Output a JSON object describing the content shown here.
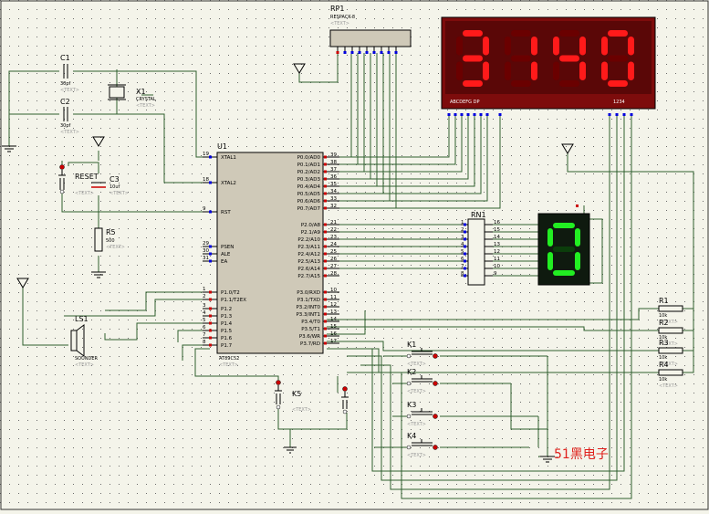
{
  "rp1": {
    "ref": "RP1",
    "value": "RESPACK-8",
    "ghost": "<TEXT>"
  },
  "c1": {
    "ref": "C1",
    "value": "30pf",
    "ghost": "<TEXT>"
  },
  "c2": {
    "ref": "C2",
    "value": "30pf",
    "ghost": "<TEXT>"
  },
  "x1": {
    "ref": "X1",
    "value": "CRYSTAL",
    "ghost": "<TEXT>"
  },
  "reset": {
    "ref": "RESET",
    "ghost": "<TEXT>"
  },
  "c3": {
    "ref": "C3",
    "value": "10uf",
    "ghost": "<TEXT>"
  },
  "r5": {
    "ref": "R5",
    "value": "500",
    "ghost": "<TEXT>"
  },
  "ls1": {
    "ref": "LS1",
    "value": "SOUNDER",
    "ghost": "<TEXT>"
  },
  "u1": {
    "ref": "U1",
    "part": "AT89C52",
    "ghost": "<TEXT>",
    "left_pins": [
      {
        "num": "19",
        "name": "XTAL1"
      },
      {
        "num": "18",
        "name": "XTAL2"
      },
      {
        "num": "9",
        "name": "RST"
      },
      {
        "num": "29",
        "name": "PSEN"
      },
      {
        "num": "30",
        "name": "ALE"
      },
      {
        "num": "31",
        "name": "EA"
      },
      {
        "num": "1",
        "name": "P1.0/T2"
      },
      {
        "num": "2",
        "name": "P1.1/T2EX"
      },
      {
        "num": "3",
        "name": "P1.2"
      },
      {
        "num": "4",
        "name": "P1.3"
      },
      {
        "num": "5",
        "name": "P1.4"
      },
      {
        "num": "6",
        "name": "P1.5"
      },
      {
        "num": "7",
        "name": "P1.6"
      },
      {
        "num": "8",
        "name": "P1.7"
      }
    ],
    "right_pins": [
      {
        "num": "39",
        "name": "P0.0/AD0"
      },
      {
        "num": "38",
        "name": "P0.1/AD1"
      },
      {
        "num": "37",
        "name": "P0.2/AD2"
      },
      {
        "num": "36",
        "name": "P0.3/AD3"
      },
      {
        "num": "35",
        "name": "P0.4/AD4"
      },
      {
        "num": "34",
        "name": "P0.5/AD5"
      },
      {
        "num": "33",
        "name": "P0.6/AD6"
      },
      {
        "num": "32",
        "name": "P0.7/AD7"
      },
      {
        "num": "21",
        "name": "P2.0/A8"
      },
      {
        "num": "22",
        "name": "P2.1/A9"
      },
      {
        "num": "23",
        "name": "P2.2/A10"
      },
      {
        "num": "24",
        "name": "P2.3/A11"
      },
      {
        "num": "25",
        "name": "P2.4/A12"
      },
      {
        "num": "26",
        "name": "P2.5/A13"
      },
      {
        "num": "27",
        "name": "P2.6/A14"
      },
      {
        "num": "28",
        "name": "P2.7/A15"
      },
      {
        "num": "10",
        "name": "P3.0/RXD"
      },
      {
        "num": "11",
        "name": "P3.1/TXD"
      },
      {
        "num": "12",
        "name": "P3.2/INT0"
      },
      {
        "num": "13",
        "name": "P3.3/INT1"
      },
      {
        "num": "14",
        "name": "P3.4/T0"
      },
      {
        "num": "15",
        "name": "P3.5/T1"
      },
      {
        "num": "16",
        "name": "P3.6/WR"
      },
      {
        "num": "17",
        "name": "P3.7/RD"
      }
    ]
  },
  "display4": {
    "digits": "3140",
    "segment_labels": "ABCDEFG DP",
    "digit_labels": "1234",
    "on_color": "#ff1a1a",
    "off_color": "#6a0000",
    "bg_color": "#7d0c0c"
  },
  "rn1": {
    "ref": "RN1",
    "left_pins": [
      "1",
      "2",
      "3",
      "4",
      "5",
      "6",
      "7",
      "8"
    ],
    "right_pins": [
      "16",
      "15",
      "14",
      "13",
      "12",
      "11",
      "10",
      "9"
    ]
  },
  "display1": {
    "digit": "0",
    "on_color": "#22ee22",
    "off_color": "#0b3d0b",
    "bg_color": "#0f1a0f"
  },
  "keys": [
    {
      "ref": "K1",
      "ghost": "<TEXT>"
    },
    {
      "ref": "K2",
      "ghost": "<TEXT>"
    },
    {
      "ref": "K3",
      "ghost": "<TEXT>"
    },
    {
      "ref": "K4",
      "ghost": "<TEXT>"
    },
    {
      "ref": "K5",
      "ghost": "<TEXT>"
    }
  ],
  "resistors": [
    {
      "ref": "R1",
      "value": "10k",
      "ghost": "<TEXT>"
    },
    {
      "ref": "R2",
      "value": "10k",
      "ghost": "<TEXT>"
    },
    {
      "ref": "R3",
      "value": "10k",
      "ghost": "<TEXT>"
    },
    {
      "ref": "R4",
      "value": "10k",
      "ghost": "<TEXT>"
    }
  ],
  "watermark": "51黑电子",
  "colors": {
    "background": "#f4f4ea",
    "grid_dot": "#6a6a6a",
    "wire": "#2f5f2f",
    "chip_fill": "#cfc9b8",
    "pin_red": "#cc0000",
    "pin_blue": "#0000dd",
    "watermark": "#e0201b"
  }
}
